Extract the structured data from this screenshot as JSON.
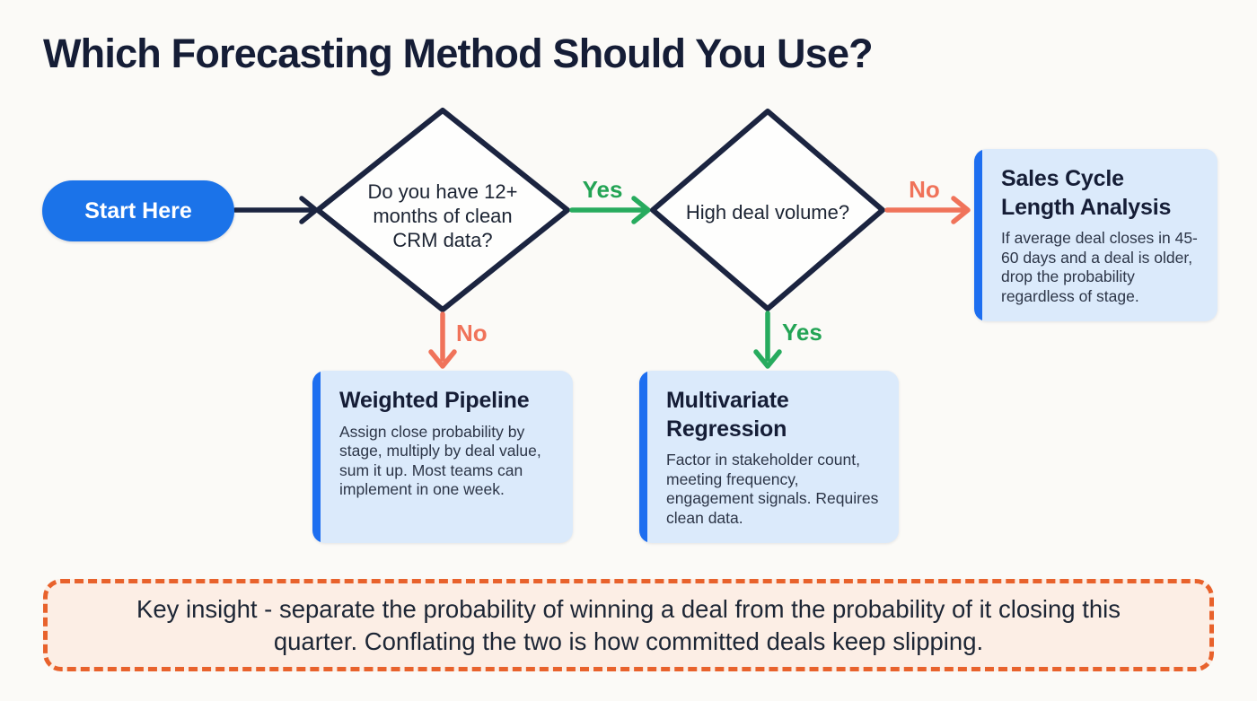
{
  "page": {
    "title": "Which Forecasting Method Should You Use?"
  },
  "colors": {
    "background": "#fbfaf7",
    "navy": "#151d36",
    "pill_blue": "#1b73e9",
    "card_bg": "#dbeafb",
    "card_strip_blue": "#1d6ef0",
    "yes_green": "#23a455",
    "no_orange": "#f0735a",
    "insight_border_orange": "#e8622c",
    "insight_bg": "#fceee5"
  },
  "flow": {
    "start": {
      "label": "Start Here"
    },
    "decisions": [
      {
        "id": "crm-data",
        "question": "Do you have 12+ months of clean CRM data?"
      },
      {
        "id": "deal-volume",
        "question": "High deal volume?"
      }
    ],
    "edges": [
      {
        "from": "start",
        "to": "crm-data",
        "label": ""
      },
      {
        "from": "crm-data",
        "to": "deal-volume",
        "label": "Yes"
      },
      {
        "from": "crm-data",
        "to": "weighted-pipeline",
        "label": "No"
      },
      {
        "from": "deal-volume",
        "to": "sales-cycle-length-analysis",
        "label": "No"
      },
      {
        "from": "deal-volume",
        "to": "multivariate-regression",
        "label": "Yes"
      }
    ],
    "outcomes": [
      {
        "id": "weighted-pipeline",
        "title": "Weighted Pipeline",
        "description": "Assign close probability by stage, multiply by deal value, sum it up. Most teams can implement in one week."
      },
      {
        "id": "multivariate-regression",
        "title": "Multivariate Regression",
        "description": "Factor in stakeholder count, meeting frequency, engagement signals. Requires clean data."
      },
      {
        "id": "sales-cycle-length-analysis",
        "title": "Sales Cycle Length Analysis",
        "description": "If average deal closes in 45-60 days and a deal is older, drop the probability regardless of stage."
      }
    ],
    "key_insight": "Key insight - separate the probability of winning a deal from the probability of it closing this quarter. Conflating the two is how committed deals keep slipping."
  }
}
